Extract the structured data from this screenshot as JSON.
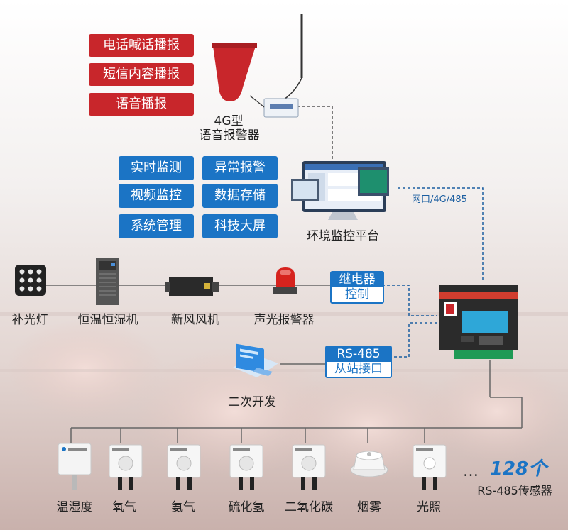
{
  "alarm_broadcasts": [
    "电话喊话播报",
    "短信内容播报",
    "语音播报"
  ],
  "voice_alarm_label_line1": "4G型",
  "voice_alarm_label_line2": "语音报警器",
  "platform_features": [
    "实时监测",
    "异常报警",
    "视频监控",
    "数据存储",
    "系统管理",
    "科技大屏"
  ],
  "platform_label": "环境监控平台",
  "network_label": "网口/4G/485",
  "devices": [
    "补光灯",
    "恒温恒湿机",
    "新风风机",
    "声光报警器"
  ],
  "relay_line1": "继电器",
  "relay_line2": "控制",
  "rs485_line1": "RS-485",
  "rs485_line2": "从站接口",
  "dev_label": "二次开发",
  "sensors": [
    "温湿度",
    "氧气",
    "氨气",
    "硫化氢",
    "二氧化碳",
    "烟雾",
    "光照"
  ],
  "sensor_count": "128个",
  "ellipsis": "…",
  "sensor_type_label": "RS-485传感器",
  "colors": {
    "red": "#c8262b",
    "blue": "#1b74c5",
    "line": "#555555",
    "dash": "#1b5ea0"
  }
}
